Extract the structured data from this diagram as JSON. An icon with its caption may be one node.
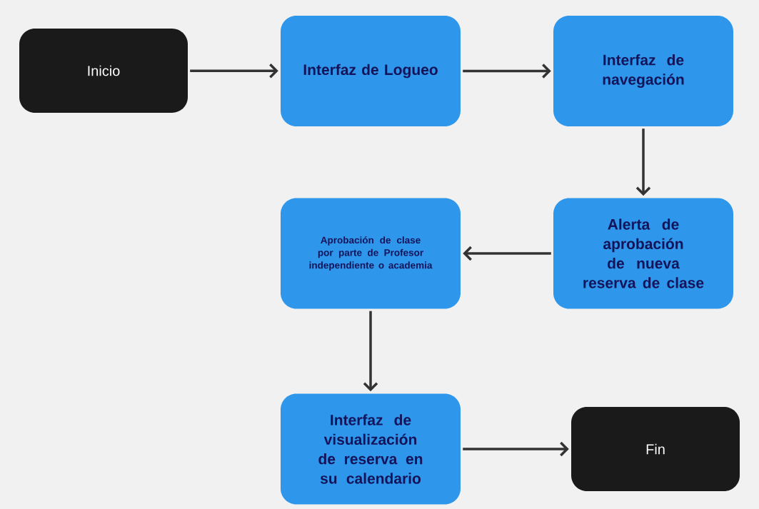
{
  "diagram": {
    "nodes": [
      {
        "text": [
          "Inicio"
        ]
      },
      {
        "text": [
          "Interfaz de Logueo"
        ]
      },
      {
        "text": [
          "Interfaz de navegación"
        ]
      },
      {
        "text": [
          "Alerta de aprobación de nueva reserva de clase"
        ]
      },
      {
        "text": [
          "Aprobación de clase por parte de Profesor independiente o academia"
        ]
      },
      {
        "text": [
          "Interfaz de visualización de reserva en su calendario"
        ]
      },
      {
        "text": [
          "Fin"
        ]
      }
    ],
    "edges": [
      {
        "from": 0,
        "to": 1,
        "arrow": "to"
      },
      {
        "from": 1,
        "to": 2,
        "arrow": "to"
      },
      {
        "from": 2,
        "to": 3,
        "arrow": "to"
      },
      {
        "from": 3,
        "to": 4,
        "arrow": "to"
      },
      {
        "from": 4,
        "to": 5,
        "arrow": "to"
      },
      {
        "from": 5,
        "to": 6,
        "arrow": "to"
      }
    ]
  }
}
